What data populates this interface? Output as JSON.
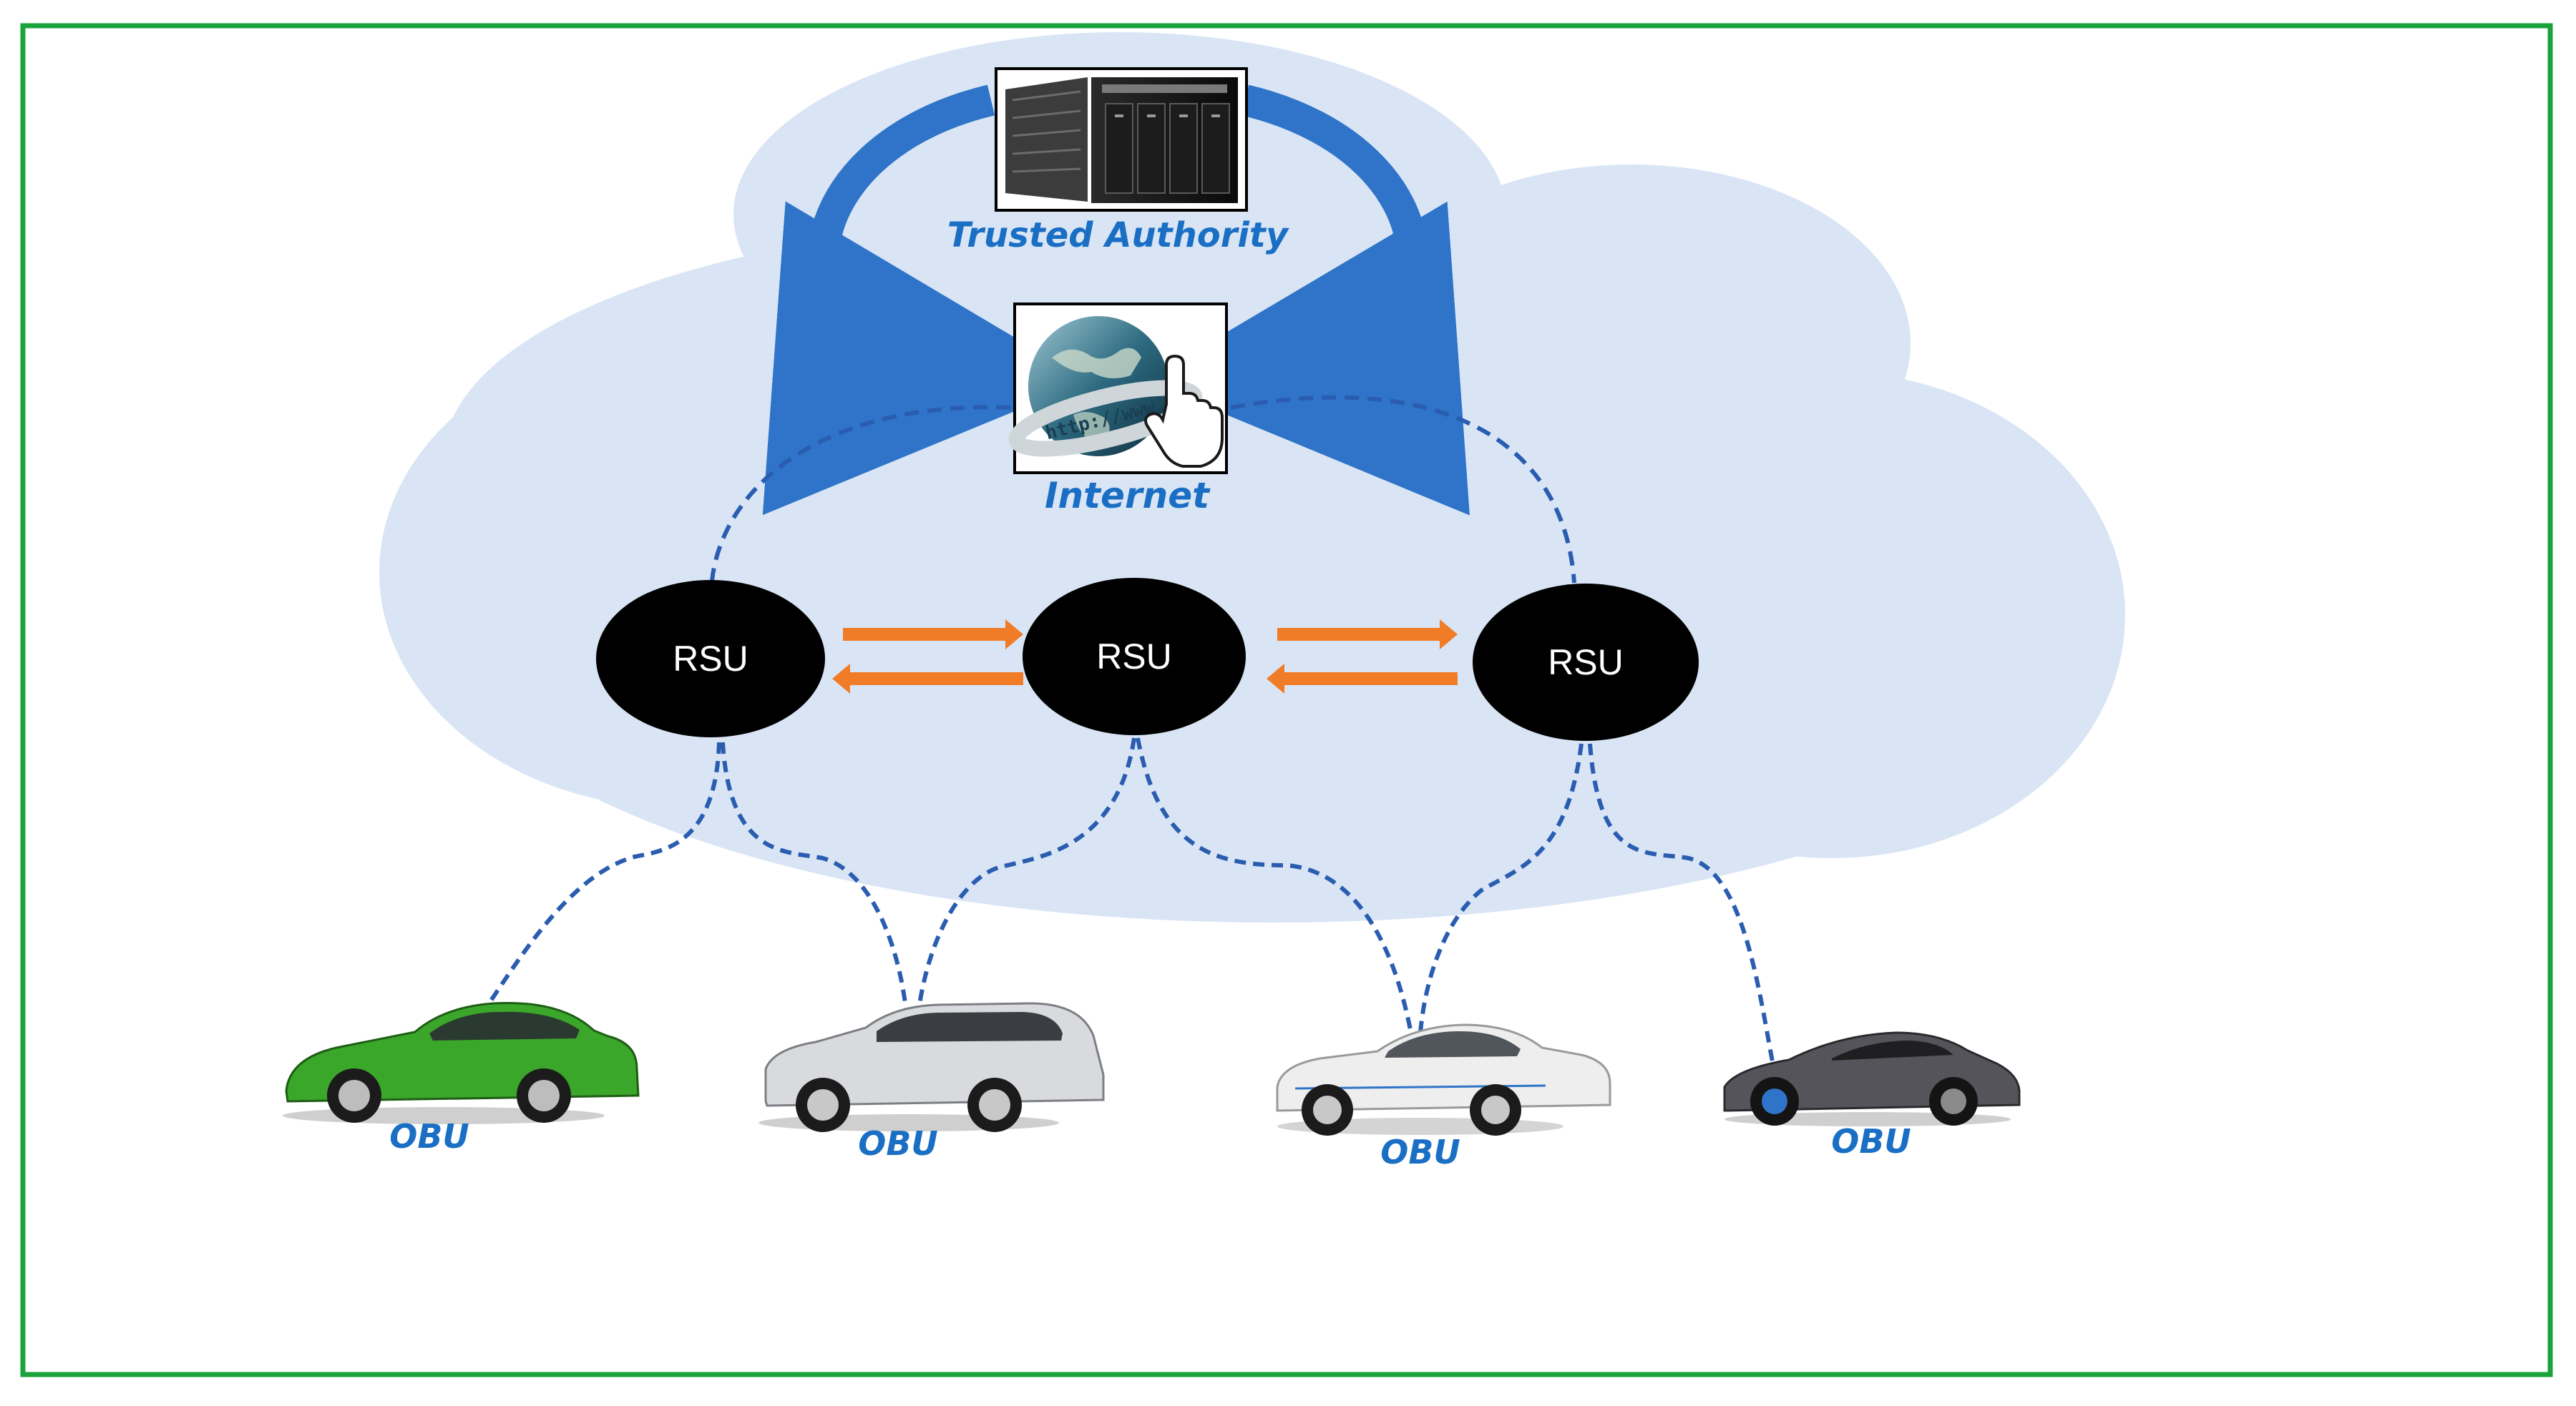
{
  "colors": {
    "frame": "#1aa33a",
    "cloud": "#d9e5f5",
    "link": "#2a5db0",
    "label": "#1a6fc4",
    "rsu": "#000000",
    "rsu_text": "#ffffff",
    "arrow_orange": "#f07c28",
    "arrow_blue": "#2f74c8"
  },
  "nodes": {
    "trusted_authority": {
      "label": "Trusted Authority",
      "icon": "server-icon"
    },
    "internet": {
      "label": "Internet",
      "icon": "globe-www-icon"
    },
    "rsus": [
      {
        "label": "RSU"
      },
      {
        "label": "RSU"
      },
      {
        "label": "RSU"
      }
    ],
    "obus": [
      {
        "label": "OBU",
        "car_color": "#3aa62a",
        "icon": "green-hatchback-icon"
      },
      {
        "label": "OBU",
        "car_color": "#d9dadd",
        "icon": "silver-suv-icon"
      },
      {
        "label": "OBU",
        "car_color": "#eeeeee",
        "icon": "white-sedan-icon"
      },
      {
        "label": "OBU",
        "car_color": "#55545a",
        "icon": "dark-sports-car-icon"
      }
    ]
  }
}
